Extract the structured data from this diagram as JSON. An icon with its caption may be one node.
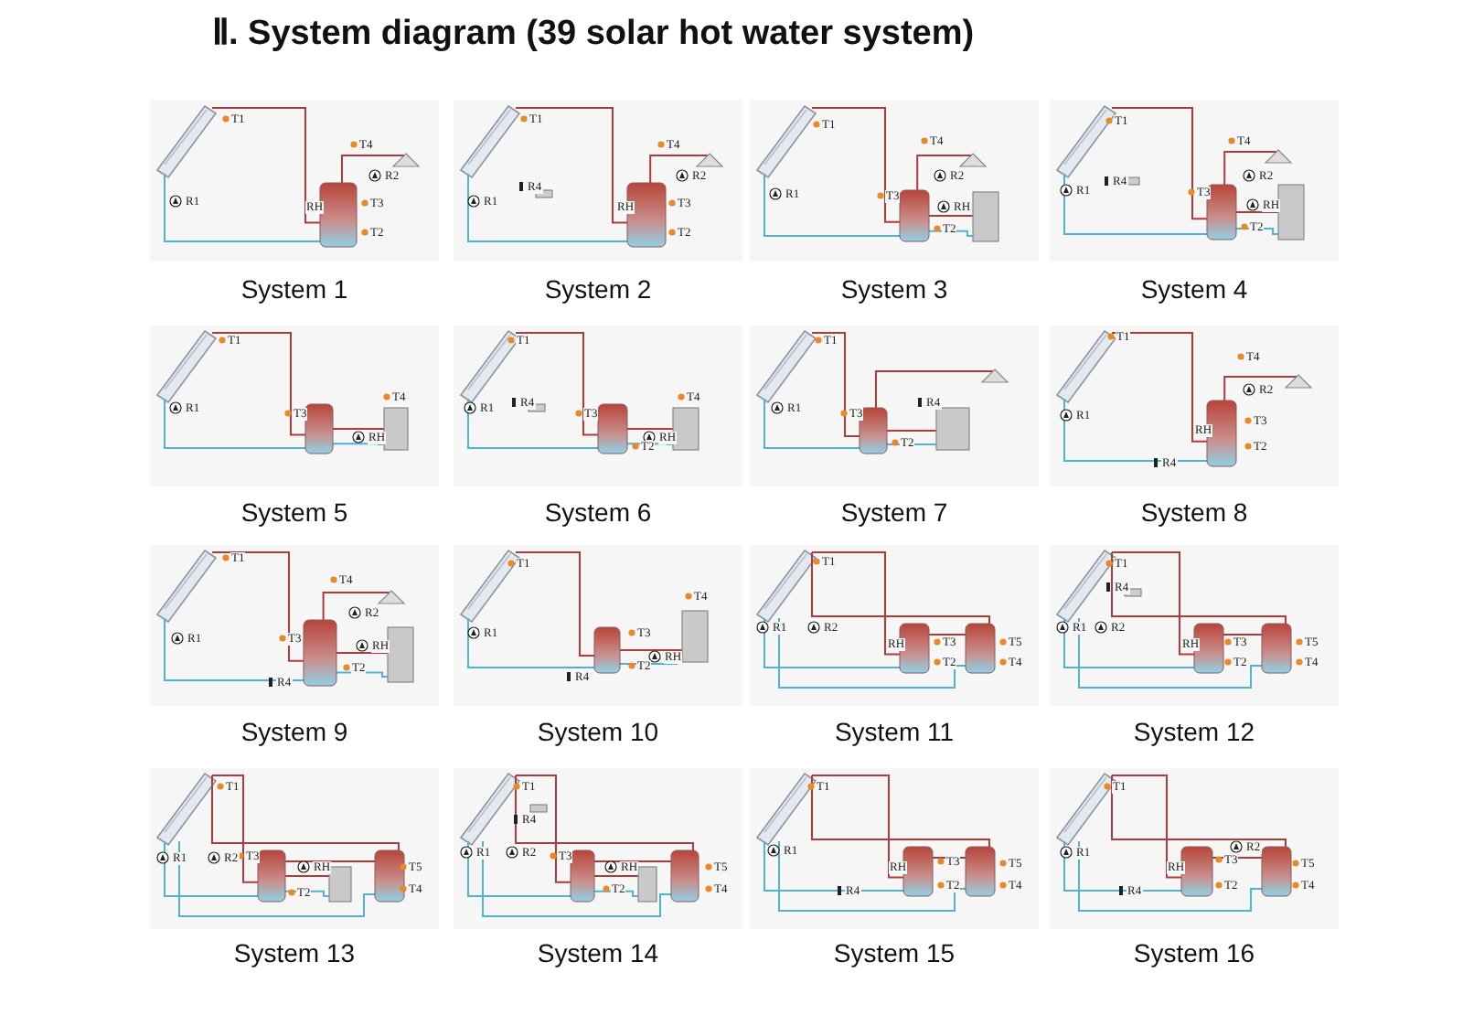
{
  "diagram": {
    "title": "Ⅱ. System diagram (39 solar hot water system)",
    "nodes": [
      {
        "text": [
          "T1",
          "T4",
          "R2",
          "R1",
          "RH",
          "T3",
          "T2",
          "System 1"
        ]
      },
      {
        "text": [
          "T1",
          "T4",
          "R2",
          "R1",
          "R4",
          "RH",
          "T3",
          "T2",
          "System 2"
        ]
      },
      {
        "text": [
          "T1",
          "T4",
          "R2",
          "R1",
          "T3",
          "RH",
          "T2",
          "System 3"
        ]
      },
      {
        "text": [
          "T1",
          "T4",
          "R2",
          "R1",
          "R4",
          "T3",
          "RH",
          "T2",
          "System 4"
        ]
      },
      {
        "text": [
          "T1",
          "T4",
          "R1",
          "T3",
          "RH",
          "System 5"
        ]
      },
      {
        "text": [
          "T1",
          "T4",
          "R1",
          "R4",
          "T3",
          "RH",
          "T2",
          "System 6"
        ]
      },
      {
        "text": [
          "T1",
          "R1",
          "R4",
          "T3",
          "T2",
          "System 7"
        ]
      },
      {
        "text": [
          "T1",
          "T4",
          "R2",
          "R1",
          "RH",
          "T3",
          "T2",
          "R4",
          "System 8"
        ]
      },
      {
        "text": [
          "T1",
          "T4",
          "R2",
          "R1",
          "T3",
          "RH",
          "T2",
          "R4",
          "System 9"
        ]
      },
      {
        "text": [
          "T1",
          "T4",
          "R1",
          "T3",
          "RH",
          "T2",
          "R4",
          "System 10"
        ]
      },
      {
        "text": [
          "T1",
          "R1",
          "R2",
          "RH",
          "T3",
          "T5",
          "T2",
          "T4",
          "System 11"
        ]
      },
      {
        "text": [
          "T1",
          "R4",
          "R1",
          "R2",
          "RH",
          "T3",
          "T5",
          "T2",
          "T4",
          "System 12"
        ]
      },
      {
        "text": [
          "T1",
          "R1",
          "R2",
          "T3",
          "RH",
          "T5",
          "T2",
          "T4",
          "System 13"
        ]
      },
      {
        "text": [
          "T1",
          "R4",
          "R1",
          "R2",
          "T3",
          "RH",
          "T5",
          "T2",
          "T4",
          "System 14"
        ]
      },
      {
        "text": [
          "T1",
          "R1",
          "RH",
          "T3",
          "T5",
          "T2",
          "T4",
          "R4",
          "System 15"
        ]
      },
      {
        "text": [
          "T1",
          "R2",
          "R1",
          "RH",
          "T3",
          "T5",
          "T2",
          "T4",
          "R4",
          "System 16"
        ]
      }
    ]
  }
}
